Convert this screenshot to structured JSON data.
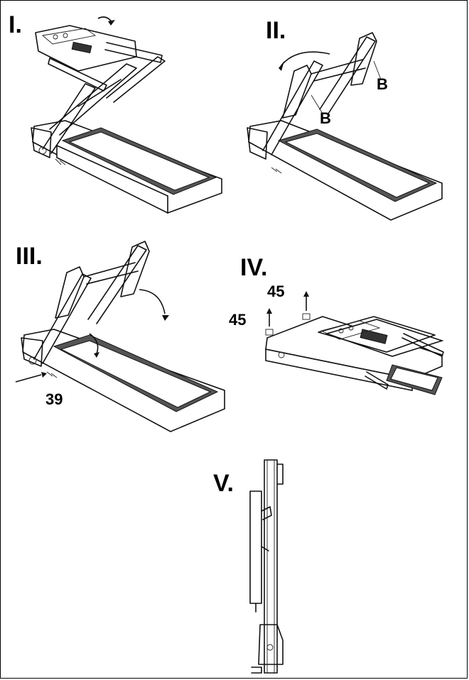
{
  "steps": [
    {
      "id": "I",
      "label": "I.",
      "part_labels": []
    },
    {
      "id": "II",
      "label": "II.",
      "part_labels": [
        "B",
        "B"
      ]
    },
    {
      "id": "III",
      "label": "III.",
      "part_labels": [
        "39"
      ]
    },
    {
      "id": "IV",
      "label": "IV.",
      "part_labels": [
        "45",
        "45"
      ]
    },
    {
      "id": "V",
      "label": "V.",
      "part_labels": []
    }
  ]
}
